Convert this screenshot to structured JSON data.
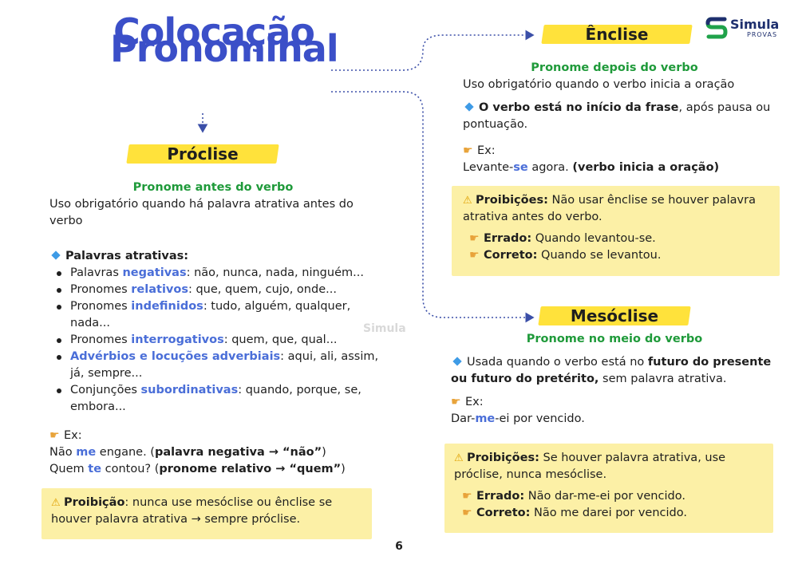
{
  "title": {
    "line1": "Colocação",
    "line2": "Pronominal"
  },
  "logo": {
    "name": "Simula",
    "sub": "PROVAS"
  },
  "watermark": "Simula",
  "page_number": "6",
  "colors": {
    "heading_highlight": "#ffe23b",
    "box": "#fcf0a6",
    "accent_blue": "#4a6ed8",
    "accent_green": "#1f9a3a",
    "title": "#3b4fc8"
  },
  "proclise": {
    "heading": "Próclise",
    "subtitle": "Pronome antes do verbo",
    "desc": "Uso obrigatório quando há palavra atrativa antes do verbo",
    "attr_label": "Palavras atrativas:",
    "items": [
      {
        "pre": "Palavras ",
        "hl": "negativas",
        "post": ": não, nunca, nada, ninguém..."
      },
      {
        "pre": "Pronomes ",
        "hl": "relativos",
        "post": ": que, quem, cujo, onde..."
      },
      {
        "pre": "Pronomes ",
        "hl": "indefinidos",
        "post": ": tudo, alguém, qualquer, nada..."
      },
      {
        "pre": "Pronomes ",
        "hl": "interrogativos",
        "post": ": quem, que, qual..."
      },
      {
        "pre": "",
        "hl": "Advérbios e locuções adverbiais",
        "post": ": aqui, ali, assim, já, sempre..."
      },
      {
        "pre": "Conjunções ",
        "hl": "subordinativas",
        "post": ": quando, porque, se, embora..."
      }
    ],
    "ex_label": "Ex:",
    "ex1": {
      "pre": "Não ",
      "hl": "me",
      "mid": " engane. (",
      "b": "palavra negativa → “não”",
      "post": ")"
    },
    "ex2": {
      "pre": "Quem ",
      "hl": "te",
      "mid": " contou? (",
      "b": "pronome relativo → “quem”",
      "post": ")"
    },
    "warn_label": "Proibição",
    "warn_text": ": nunca use mesóclise ou ênclise se houver palavra atrativa → sempre próclise."
  },
  "enclise": {
    "heading": "Ênclise",
    "subtitle": "Pronome depois do verbo",
    "desc": "Uso obrigatório quando o verbo inicia a oração",
    "point_b": "O verbo está no início da frase",
    "point_rest": ", após pausa ou pontuação.",
    "ex_label": "Ex:",
    "ex_pre": "Levante-",
    "ex_hl": "se",
    "ex_mid": " agora. ",
    "ex_b": "(verbo inicia a oração)",
    "warn_label": "Proibições:",
    "warn_text": " Não usar ênclise se houver palavra atrativa antes do verbo.",
    "wrong_label": "Errado:",
    "wrong_text": " Quando levantou-se.",
    "right_label": "Correto:",
    "right_text": " Quando se levantou."
  },
  "mesoclise": {
    "heading": "Mesóclise",
    "subtitle": "Pronome no meio do verbo",
    "point_pre": "Usada quando o verbo está no ",
    "point_b": "futuro do presente ou futuro do pretérito,",
    "point_post": " sem palavra atrativa.",
    "ex_label": "Ex:",
    "ex_pre": "Dar-",
    "ex_hl": "me",
    "ex_post": "-ei por vencido.",
    "warn_label": "Proibições:",
    "warn_text": " Se houver palavra atrativa, use próclise, nunca mesóclise.",
    "wrong_label": "Errado:",
    "wrong_text": " Não dar-me-ei por vencido.",
    "right_label": "Correto:",
    "right_text": " Não me darei por vencido."
  }
}
